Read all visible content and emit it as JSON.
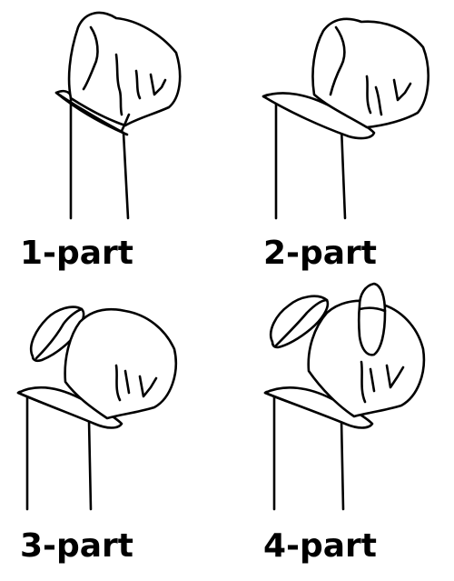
{
  "panels": [
    {
      "label": "1-part"
    },
    {
      "label": "2-part"
    },
    {
      "label": "3-part"
    },
    {
      "label": "4-part"
    }
  ],
  "colors": {
    "line": "#000000",
    "background": "#ffffff"
  }
}
